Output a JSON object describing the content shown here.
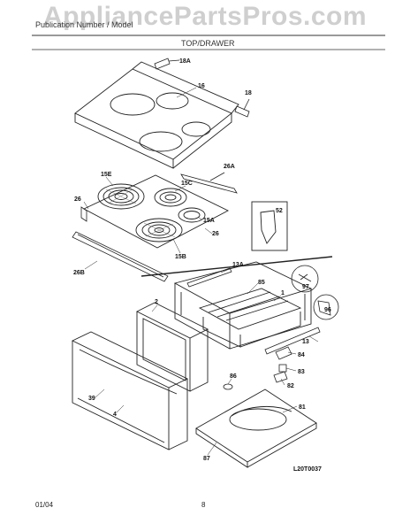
{
  "watermark": "AppliancePartsPros.com",
  "header": {
    "left": "Publication Number / Model",
    "right": "TOP/DRAWER"
  },
  "diagram_code": "L20T0037",
  "footer": {
    "date": "01/04",
    "page": "8"
  },
  "callouts": {
    "c18A": "18A",
    "c16": "16",
    "c18": "18",
    "c26A": "26A",
    "c15E": "15E",
    "c15C": "15C",
    "c26": "26",
    "c15A": "15A",
    "c26b": "26",
    "c15B": "15B",
    "c26B": "26B",
    "c52": "52",
    "c13A": "13A",
    "c2": "2",
    "c85": "85",
    "c1": "1",
    "c97": "97",
    "c96": "96",
    "c84": "84",
    "c13": "13",
    "c83": "83",
    "c82": "82",
    "c86": "86",
    "c81": "81",
    "c39": "39",
    "c4": "4",
    "c87": "87"
  }
}
